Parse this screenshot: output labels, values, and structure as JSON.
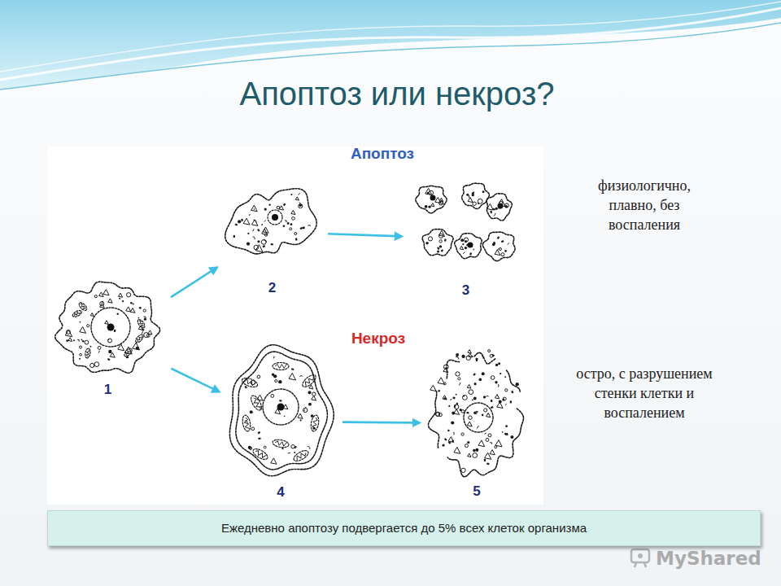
{
  "diagram": {
    "title": "Апоптоз или некроз?",
    "nodes": [
      {
        "text": [
          "1"
        ]
      },
      {
        "text": [
          "2"
        ]
      },
      {
        "text": [
          "3"
        ]
      },
      {
        "text": [
          "4"
        ]
      },
      {
        "text": [
          "5"
        ]
      },
      {
        "text": [
          "Ежедневно апоптозу подвергается до 5% всех клеток организма"
        ]
      }
    ],
    "edges": [
      {
        "from": 0,
        "to": 1,
        "arrow": "to"
      },
      {
        "from": 1,
        "to": 2,
        "arrow": "to"
      },
      {
        "from": 0,
        "to": 3,
        "arrow": "to"
      },
      {
        "from": 3,
        "to": 4,
        "arrow": "to"
      }
    ],
    "labels": [
      "Апоптоз",
      "Некроз",
      "физиологично, плавно, без воспаления",
      "остро, с разрушением стенки клетки и воспалением",
      "MyShared"
    ]
  }
}
